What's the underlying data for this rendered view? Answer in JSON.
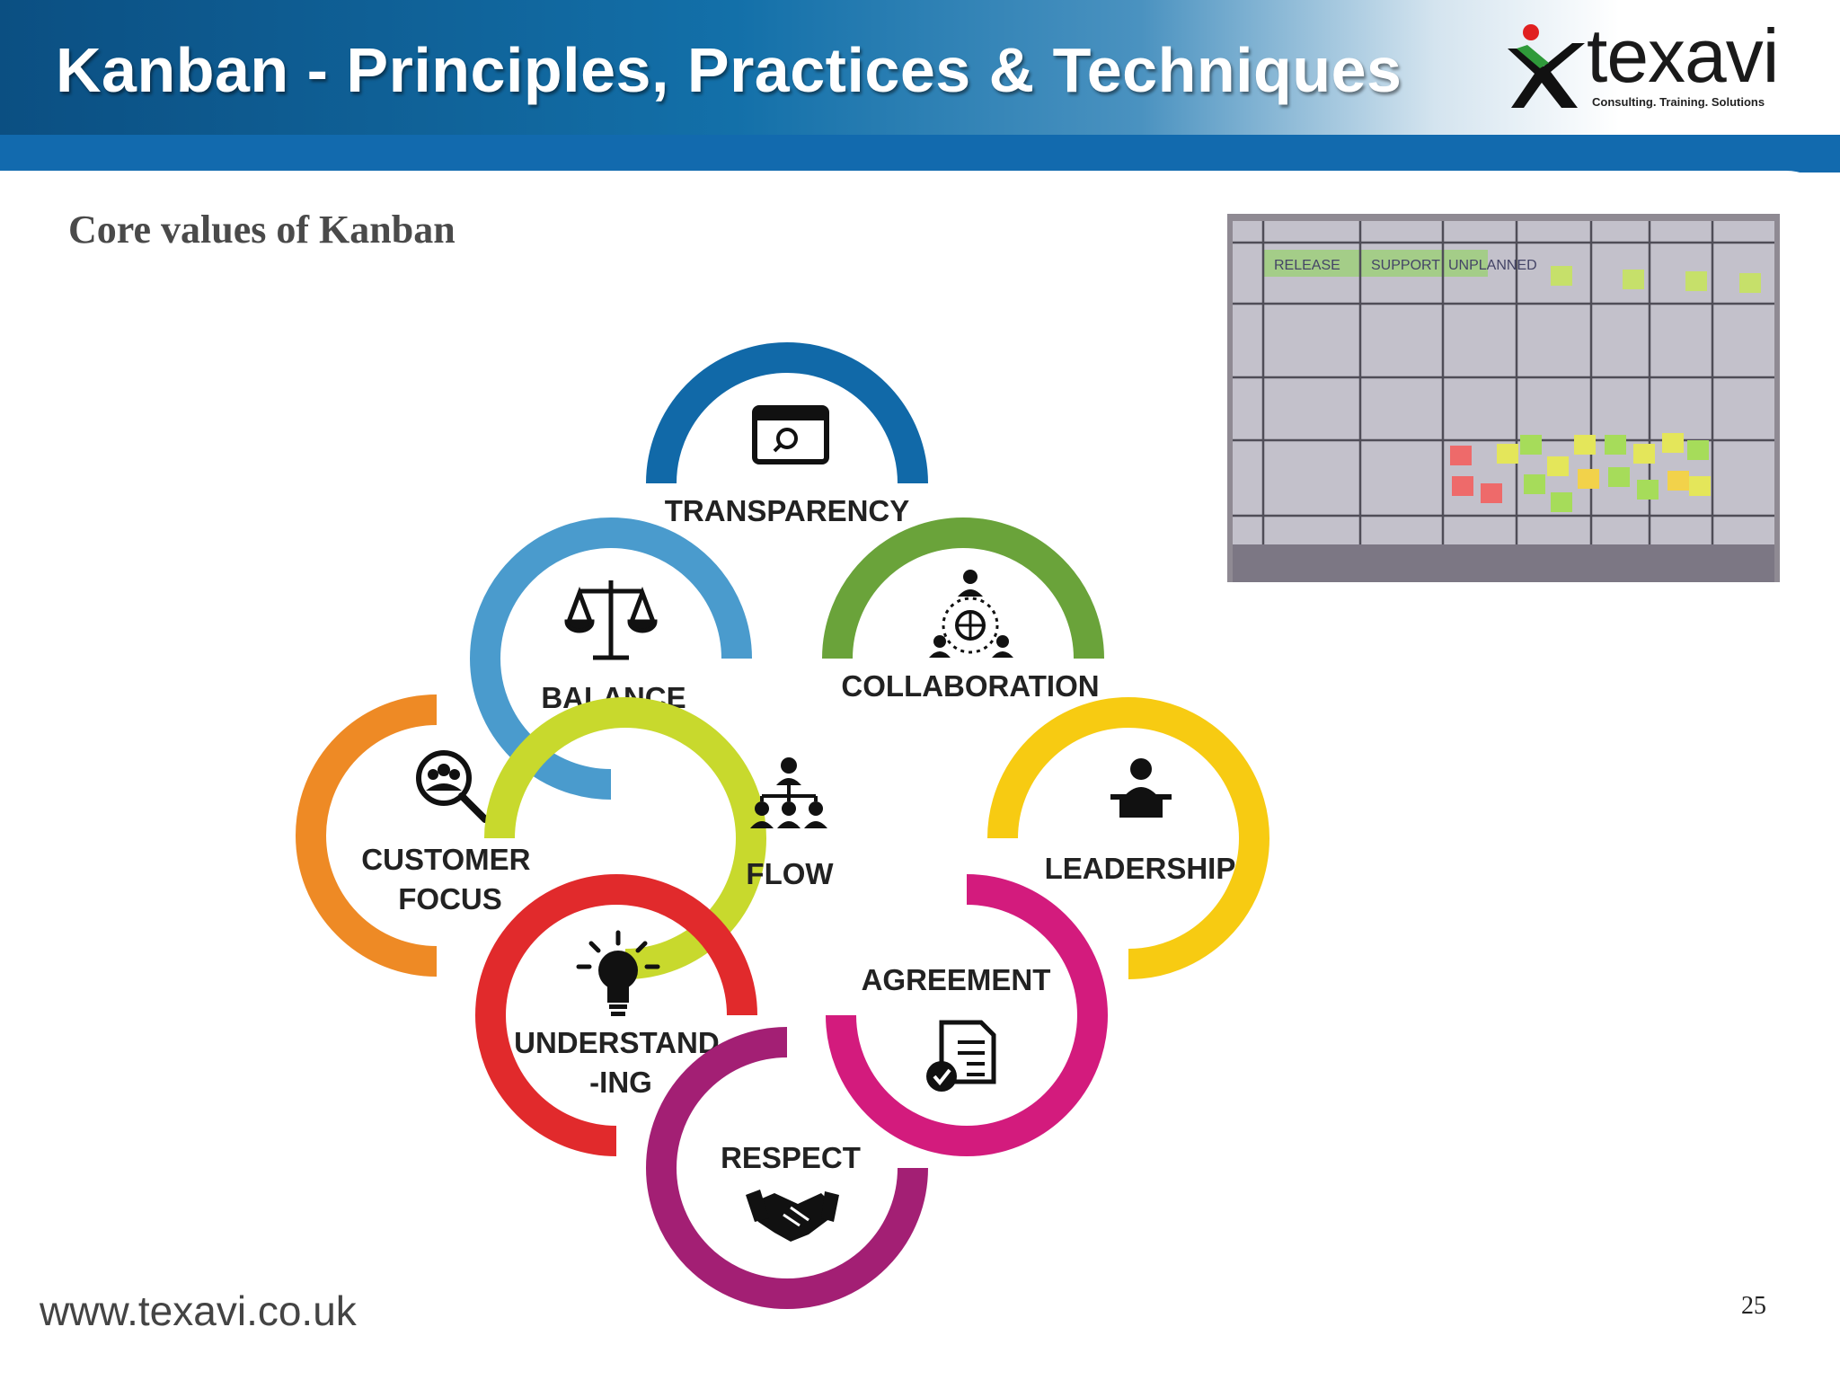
{
  "header": {
    "title": "Kanban - Principles, Practices & Techniques",
    "logo_text": "texavi",
    "logo_tagline": "Consulting. Training. Solutions"
  },
  "slide": {
    "subtitle": "Core values of Kanban",
    "page_number": "25"
  },
  "footer": {
    "url": "www.texavi.co.uk"
  },
  "board_photo": {
    "labels": [
      "RELEASE",
      "SUPPORT",
      "UNPLANNED"
    ]
  },
  "values": [
    {
      "id": "transparency",
      "label_lines": [
        "TRANSPARENCY"
      ],
      "color": "#1169a8",
      "icon": "browser-search-icon"
    },
    {
      "id": "balance",
      "label_lines": [
        "BALANCE"
      ],
      "color": "#4a9bcd",
      "icon": "scales-icon"
    },
    {
      "id": "collaboration",
      "label_lines": [
        "COLLABORATION"
      ],
      "color": "#6aa33a",
      "icon": "network-people-icon"
    },
    {
      "id": "customer-focus",
      "label_lines": [
        "CUSTOMER",
        "FOCUS"
      ],
      "color": "#ee8a25",
      "icon": "group-magnifier-icon"
    },
    {
      "id": "flow",
      "label_lines": [
        "FLOW"
      ],
      "color": "#c8d92d",
      "icon": "org-chart-icon"
    },
    {
      "id": "leadership",
      "label_lines": [
        "LEADERSHIP"
      ],
      "color": "#f7cb12",
      "icon": "speaker-podium-icon"
    },
    {
      "id": "understanding",
      "label_lines": [
        "UNDERSTAND",
        "-ING"
      ],
      "color": "#e12a2c",
      "icon": "lightbulb-icon"
    },
    {
      "id": "agreement",
      "label_lines": [
        "AGREEMENT"
      ],
      "color": "#d31b7d",
      "icon": "signed-document-icon"
    },
    {
      "id": "respect",
      "label_lines": [
        "RESPECT"
      ],
      "color": "#a31f74",
      "icon": "handshake-icon"
    }
  ]
}
